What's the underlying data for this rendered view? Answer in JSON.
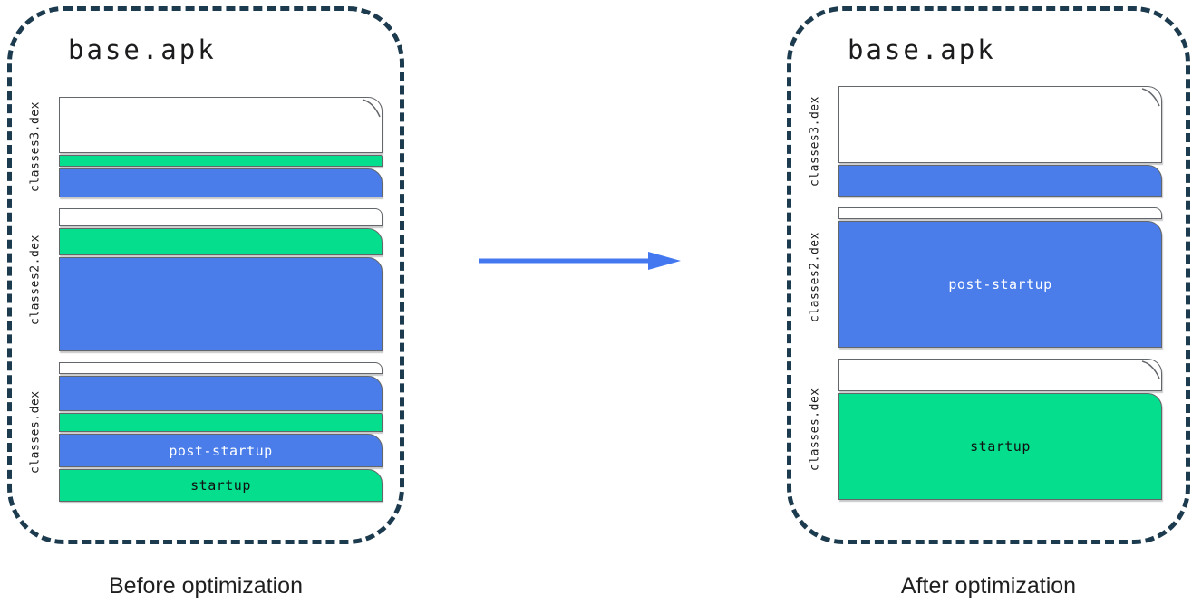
{
  "colors": {
    "blue": "#4A7DE9",
    "green": "#05DE8C",
    "white": "#FFFFFF",
    "outline": "#63676b",
    "container_dash": "#1D3B4F",
    "arrow": "#4378F0",
    "label_on_blue": "#FFFFFF",
    "label_on_green": "#111111",
    "label_on_white": "#111111"
  },
  "arrow": {
    "direction": "right"
  },
  "panels": [
    {
      "title": "base.apk",
      "caption": "Before optimization",
      "files": [
        {
          "name": "classes3.dex",
          "bands": [
            {
              "color": "white",
              "h": 62
            },
            {
              "color": "green",
              "h": 13
            },
            {
              "color": "blue",
              "h": 32
            }
          ]
        },
        {
          "name": "classes2.dex",
          "bands": [
            {
              "color": "white",
              "h": 20
            },
            {
              "color": "green",
              "h": 30
            },
            {
              "color": "blue",
              "h": 104
            }
          ]
        },
        {
          "name": "classes.dex",
          "bands": [
            {
              "color": "white",
              "h": 13
            },
            {
              "color": "blue",
              "h": 39
            },
            {
              "color": "green",
              "h": 21
            },
            {
              "color": "blue",
              "h": 37,
              "label": "post-startup"
            },
            {
              "color": "green",
              "h": 36,
              "label": "startup"
            }
          ]
        }
      ]
    },
    {
      "title": "base.apk",
      "caption": "After optimization",
      "files": [
        {
          "name": "classes3.dex",
          "bands": [
            {
              "color": "white",
              "h": 85
            },
            {
              "color": "blue",
              "h": 35
            }
          ]
        },
        {
          "name": "classes2.dex",
          "bands": [
            {
              "color": "white",
              "h": 13
            },
            {
              "color": "blue",
              "h": 140,
              "label": "post-startup"
            }
          ]
        },
        {
          "name": "classes.dex",
          "bands": [
            {
              "color": "white",
              "h": 36
            },
            {
              "color": "green",
              "h": 118,
              "label": "startup"
            }
          ]
        }
      ]
    }
  ]
}
